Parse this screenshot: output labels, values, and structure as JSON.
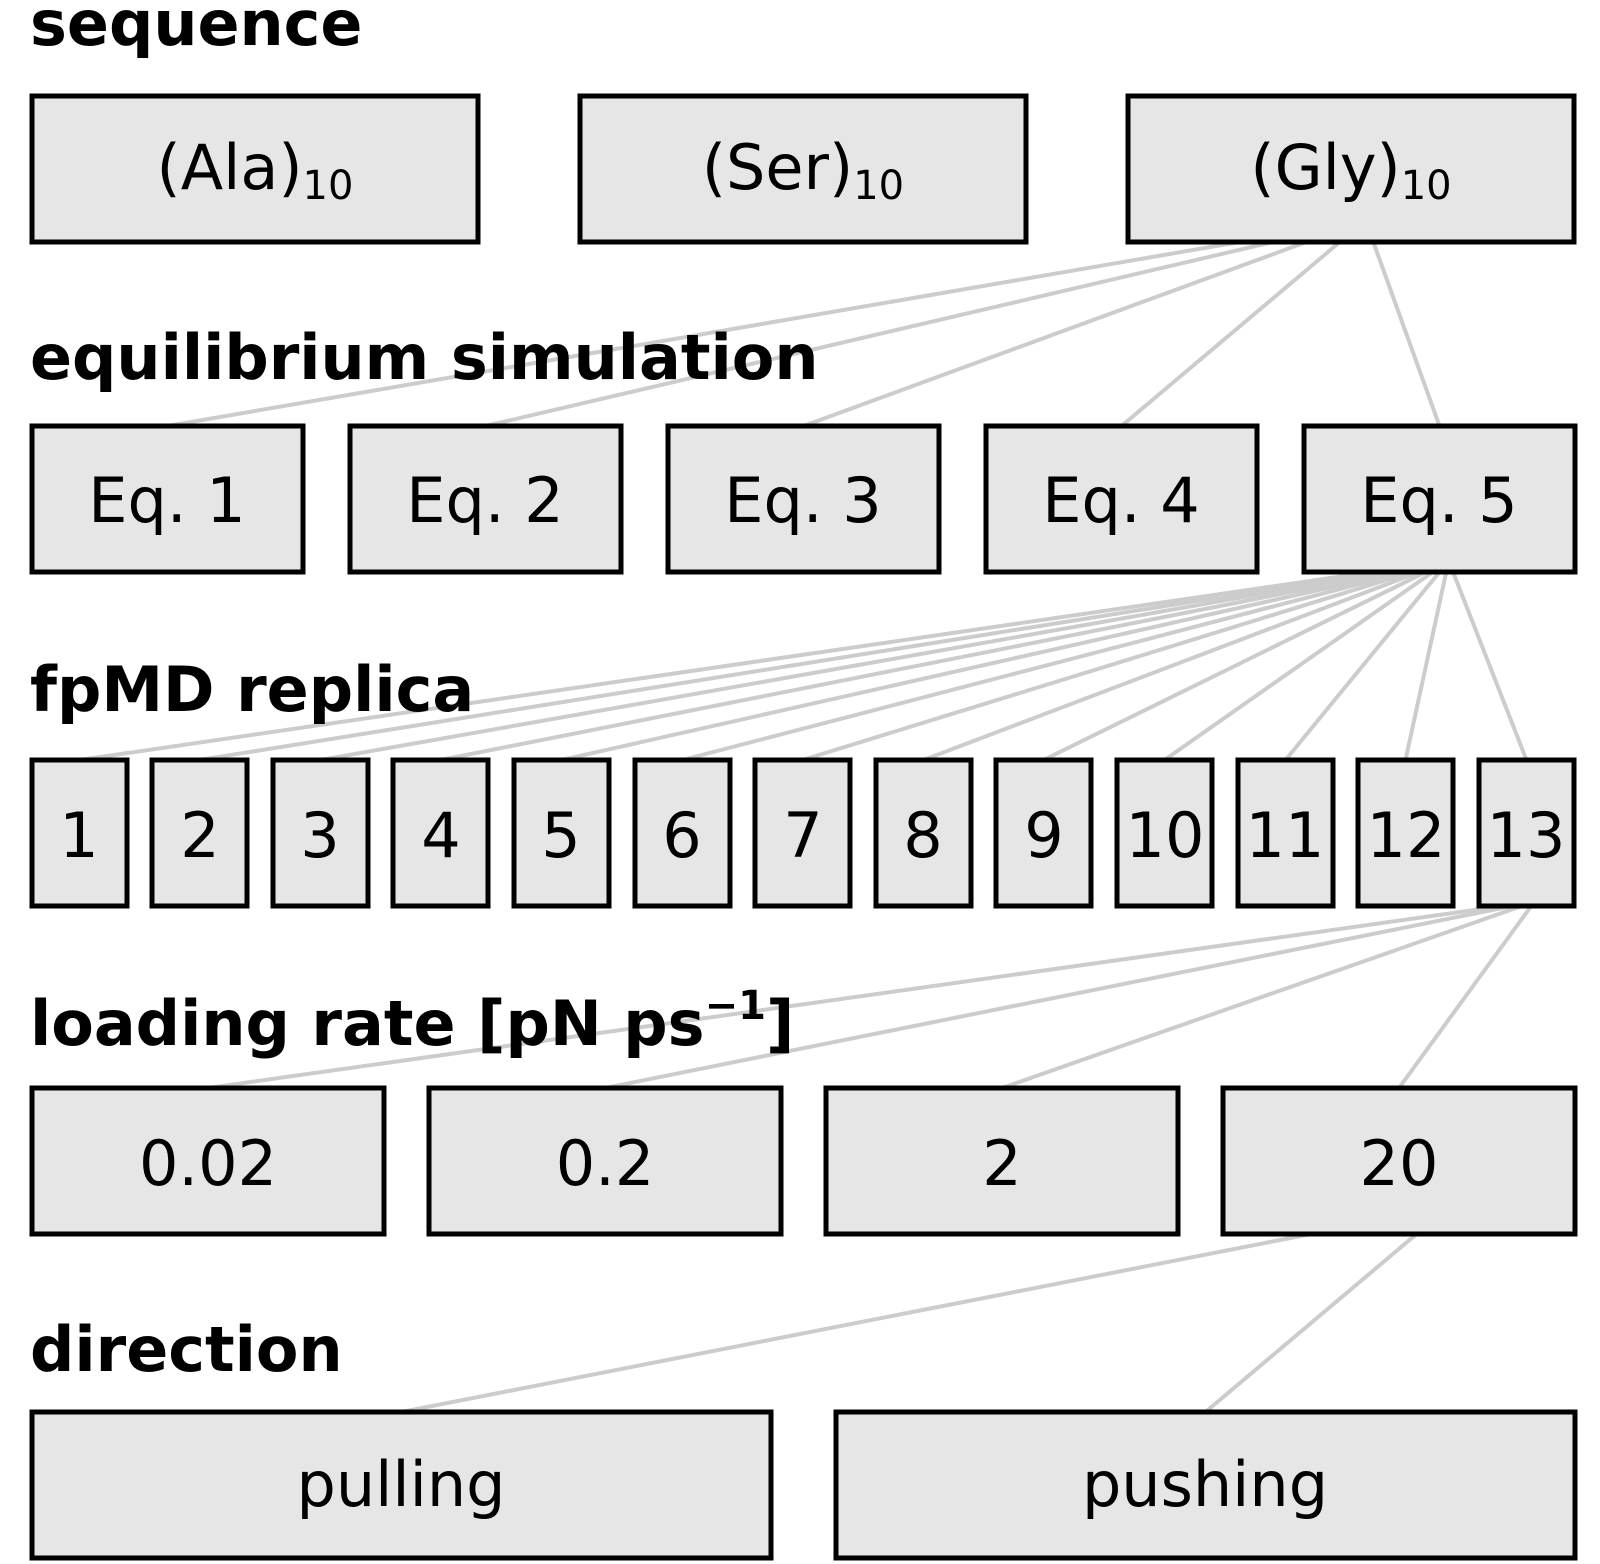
{
  "rows": [
    {
      "title": "sequence",
      "title_sup": "",
      "title_end": "",
      "items": [
        {
          "label": "(Ala)",
          "sub": "10"
        },
        {
          "label": "(Ser)",
          "sub": "10"
        },
        {
          "label": "(Gly)",
          "sub": "10"
        }
      ]
    },
    {
      "title": "equilibrium simulation",
      "title_sup": "",
      "title_end": "",
      "items": [
        {
          "label": "Eq. 1",
          "sub": ""
        },
        {
          "label": "Eq. 2",
          "sub": ""
        },
        {
          "label": "Eq. 3",
          "sub": ""
        },
        {
          "label": "Eq. 4",
          "sub": ""
        },
        {
          "label": "Eq. 5",
          "sub": ""
        }
      ]
    },
    {
      "title": "fpMD replica",
      "title_sup": "",
      "title_end": "",
      "items": [
        {
          "label": "1",
          "sub": ""
        },
        {
          "label": "2",
          "sub": ""
        },
        {
          "label": "3",
          "sub": ""
        },
        {
          "label": "4",
          "sub": ""
        },
        {
          "label": "5",
          "sub": ""
        },
        {
          "label": "6",
          "sub": ""
        },
        {
          "label": "7",
          "sub": ""
        },
        {
          "label": "8",
          "sub": ""
        },
        {
          "label": "9",
          "sub": ""
        },
        {
          "label": "10",
          "sub": ""
        },
        {
          "label": "11",
          "sub": ""
        },
        {
          "label": "12",
          "sub": ""
        },
        {
          "label": "13",
          "sub": ""
        }
      ]
    },
    {
      "title": "loading rate [pN ps",
      "title_sup": "−1",
      "title_end": "]",
      "items": [
        {
          "label": "0.02",
          "sub": ""
        },
        {
          "label": "0.2",
          "sub": ""
        },
        {
          "label": "2",
          "sub": ""
        },
        {
          "label": "20",
          "sub": ""
        }
      ]
    },
    {
      "title": "direction",
      "title_sup": "",
      "title_end": "",
      "items": [
        {
          "label": "pulling",
          "sub": ""
        },
        {
          "label": "pushing",
          "sub": ""
        }
      ]
    }
  ],
  "tree_links": [
    {
      "from_row": 0,
      "from_item": 2,
      "to_row": 1
    },
    {
      "from_row": 1,
      "from_item": 4,
      "to_row": 2
    },
    {
      "from_row": 2,
      "from_item": 12,
      "to_row": 3
    },
    {
      "from_row": 3,
      "from_item": 3,
      "to_row": 4
    }
  ],
  "colors": {
    "box_fill": "#e6e6e6",
    "box_stroke": "#000000",
    "connector": "#cccccc"
  }
}
